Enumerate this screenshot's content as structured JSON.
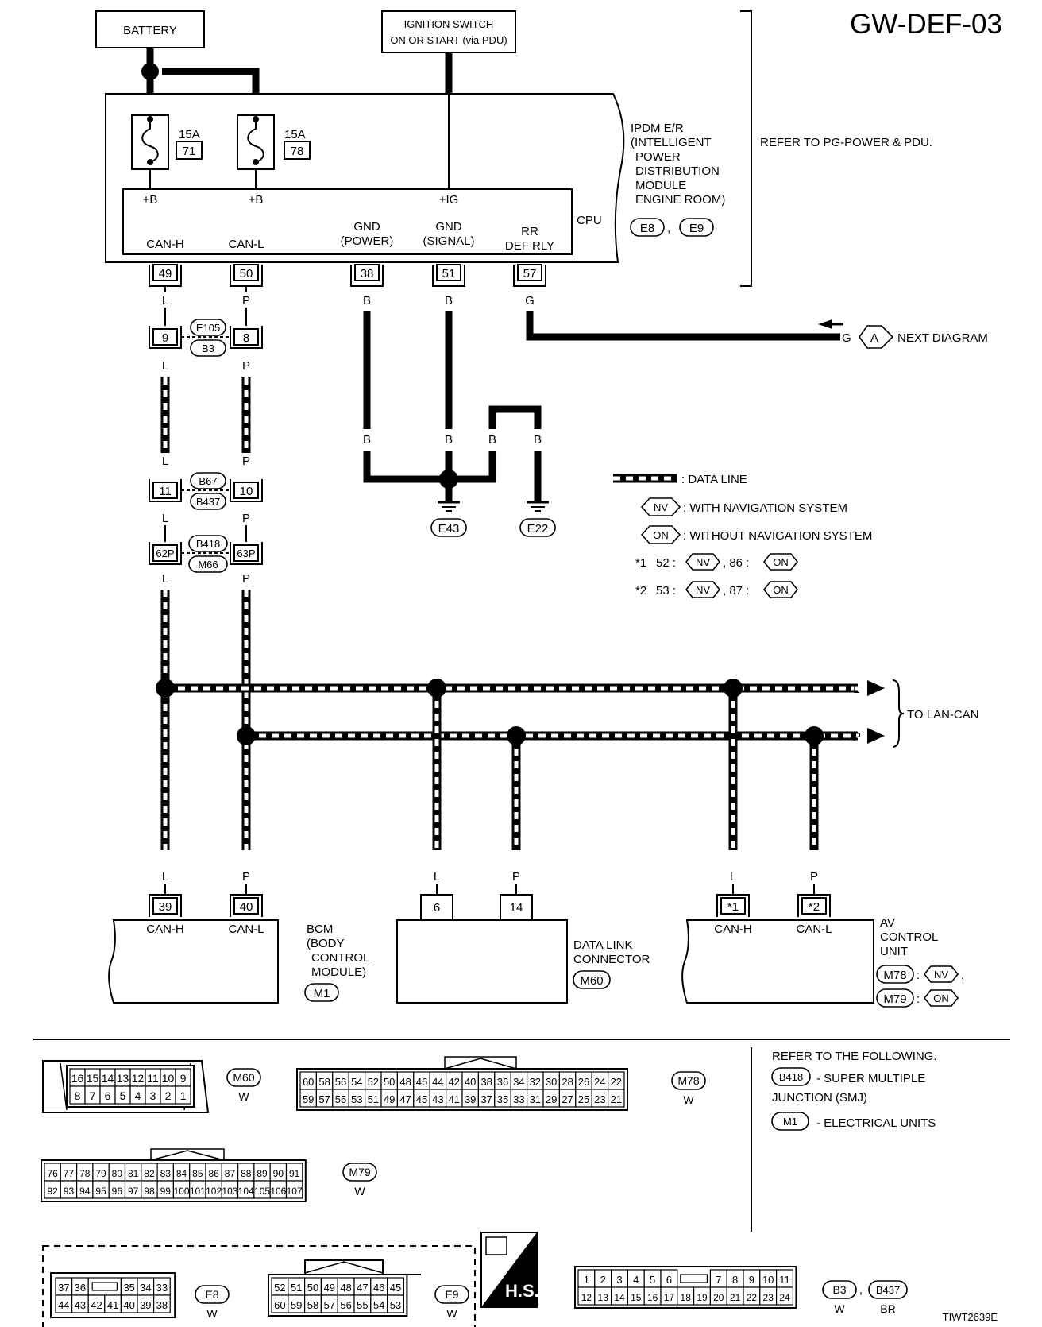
{
  "diagram_id": "GW-DEF-03",
  "footer_code": "TIWT2639E",
  "battery": "BATTERY",
  "ignition": {
    "line1": "IGNITION SWITCH",
    "line2": "ON OR START (via PDU)"
  },
  "fuses": [
    {
      "amps": "15A",
      "number": "71"
    },
    {
      "amps": "15A",
      "number": "78"
    }
  ],
  "ipdm": {
    "lines": [
      "IPDM E/R",
      "(INTELLIGENT",
      "POWER",
      "DISTRIBUTION",
      "MODULE",
      "ENGINE ROOM)"
    ],
    "connectors": [
      "E8",
      "E9"
    ],
    "note": "REFER TO PG-POWER & PDU.",
    "cpu": "CPU",
    "pins_top": [
      "+B",
      "+B",
      "+IG"
    ],
    "pins_bottom": [
      {
        "label1": "",
        "label2": "CAN-H",
        "pin": "49",
        "color": "L"
      },
      {
        "label1": "",
        "label2": "CAN-L",
        "pin": "50",
        "color": "P"
      },
      {
        "label1": "GND",
        "label2": "(POWER)",
        "pin": "38",
        "color": "B"
      },
      {
        "label1": "GND",
        "label2": "(SIGNAL)",
        "pin": "51",
        "color": "B"
      },
      {
        "label1": "RR",
        "label2": "DEF RLY",
        "pin": "57",
        "color": "G"
      }
    ]
  },
  "next_diagram": {
    "color": "G",
    "ref": "A",
    "label": "NEXT DIAGRAM"
  },
  "junctions": [
    {
      "left_pin": "9",
      "right_pin": "8",
      "top": "E105",
      "bottom": "B3"
    },
    {
      "left_pin": "11",
      "right_pin": "10",
      "top": "B67",
      "bottom": "B437"
    },
    {
      "left_pin": "62P",
      "right_pin": "63P",
      "top": "B418",
      "bottom": "M66"
    }
  ],
  "wire_colors": {
    "can_h": "L",
    "can_l": "P",
    "ground": "B"
  },
  "grounds": [
    "E43",
    "E22"
  ],
  "legend": {
    "data_line": ": DATA LINE",
    "nv": {
      "tag": "NV",
      "text": ": WITH NAVIGATION SYSTEM"
    },
    "on": {
      "tag": "ON",
      "text": ": WITHOUT NAVIGATION SYSTEM"
    },
    "star1": {
      "mark": "*1",
      "nv_pin": "52 :",
      "on_pin": ", 86 :"
    },
    "star2": {
      "mark": "*2",
      "nv_pin": "53 :",
      "on_pin": ", 87 :"
    }
  },
  "lan_can": {
    "l": "L",
    "p": "P",
    "label": "TO LAN-CAN"
  },
  "bcm": {
    "lines": [
      "BCM",
      "(BODY",
      "CONTROL",
      "MODULE)"
    ],
    "connector": "M1",
    "pins": [
      {
        "pin": "39",
        "label": "CAN-H",
        "color": "L"
      },
      {
        "pin": "40",
        "label": "CAN-L",
        "color": "P"
      }
    ]
  },
  "dlc": {
    "lines": [
      "DATA LINK",
      "CONNECTOR"
    ],
    "connector": "M60",
    "pins": [
      {
        "pin": "6",
        "color": "L"
      },
      {
        "pin": "14",
        "color": "P"
      }
    ]
  },
  "av": {
    "lines": [
      "AV",
      "CONTROL",
      "UNIT"
    ],
    "connectors": [
      {
        "conn": "M78",
        "tag": "NV"
      },
      {
        "conn": "M79",
        "tag": "ON"
      }
    ],
    "pins": [
      {
        "pin": "*1",
        "label": "CAN-H",
        "color": "L"
      },
      {
        "pin": "*2",
        "label": "CAN-L",
        "color": "P"
      }
    ]
  },
  "refer": {
    "title": "REFER TO THE FOLLOWING.",
    "items": [
      {
        "conn": "B418",
        "text": "- SUPER MULTIPLE",
        "text2": "JUNCTION (SMJ)"
      },
      {
        "conn": "M1",
        "text": "- ELECTRICAL UNITS",
        "text2": ""
      }
    ]
  },
  "connector_views": {
    "m60": {
      "id": "M60",
      "color": "W",
      "row1": [
        "16",
        "15",
        "14",
        "13",
        "12",
        "11",
        "10",
        "9"
      ],
      "row2": [
        "8",
        "7",
        "6",
        "5",
        "4",
        "3",
        "2",
        "1"
      ]
    },
    "m78": {
      "id": "M78",
      "color": "W",
      "row1": [
        "60",
        "58",
        "56",
        "54",
        "52",
        "50",
        "48",
        "46",
        "44",
        "42",
        "40",
        "38",
        "36",
        "34",
        "32",
        "30",
        "28",
        "26",
        "24",
        "22"
      ],
      "row2": [
        "59",
        "57",
        "55",
        "53",
        "51",
        "49",
        "47",
        "45",
        "43",
        "41",
        "39",
        "37",
        "35",
        "33",
        "31",
        "29",
        "27",
        "25",
        "23",
        "21"
      ]
    },
    "m79": {
      "id": "M79",
      "color": "W",
      "row1": [
        "76",
        "77",
        "78",
        "79",
        "80",
        "81",
        "82",
        "83",
        "84",
        "85",
        "86",
        "87",
        "88",
        "89",
        "90",
        "91"
      ],
      "row2": [
        "92",
        "93",
        "94",
        "95",
        "96",
        "97",
        "98",
        "99",
        "100",
        "101",
        "102",
        "103",
        "104",
        "105",
        "106",
        "107"
      ]
    },
    "e8": {
      "id": "E8",
      "color": "W",
      "row1": [
        "37",
        "36",
        "",
        "35",
        "34",
        "33"
      ],
      "row2": [
        "44",
        "43",
        "42",
        "41",
        "40",
        "39",
        "38"
      ]
    },
    "e9": {
      "id": "E9",
      "color": "W",
      "row1": [
        "52",
        "51",
        "50",
        "49",
        "48",
        "47",
        "46",
        "45"
      ],
      "row2": [
        "60",
        "59",
        "58",
        "57",
        "56",
        "55",
        "54",
        "53"
      ]
    },
    "b3": {
      "id": "B3",
      "color": "W",
      "id2": "B437",
      "color2": "BR",
      "row1": [
        "1",
        "2",
        "3",
        "4",
        "5",
        "6",
        "",
        "7",
        "8",
        "9",
        "10",
        "11"
      ],
      "row2": [
        "12",
        "13",
        "14",
        "15",
        "16",
        "17",
        "18",
        "19",
        "20",
        "21",
        "22",
        "23",
        "24"
      ]
    },
    "hs_label": "H.S."
  }
}
